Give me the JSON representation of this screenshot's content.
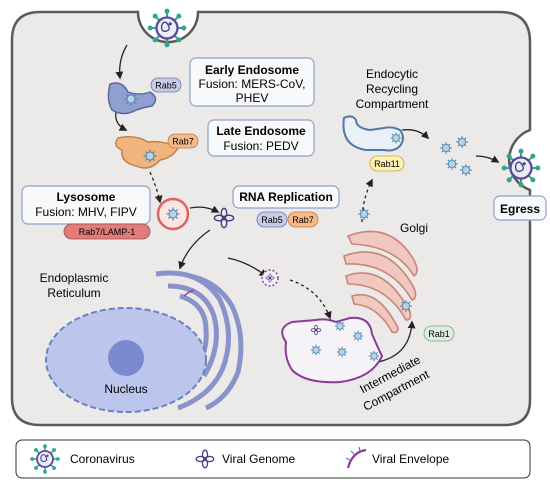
{
  "labels": {
    "early_endosome_title": "Early Endosome",
    "early_endosome_line1": "Fusion: MERS-CoV,",
    "early_endosome_line2": "PHEV",
    "late_endosome_title": "Late Endosome",
    "late_endosome_line1": "Fusion: PEDV",
    "lysosome_title": "Lysosome",
    "lysosome_line1": "Fusion: MHV, FIPV",
    "rna_replication": "RNA Replication",
    "rab5": "Rab5",
    "rab7": "Rab7",
    "rab7_lamp1": "Rab7/LAMP-1",
    "rab11": "Rab11",
    "rab1": "Rab1",
    "endocytic_line1": "Endocytic",
    "endocytic_line2": "Recycling",
    "endocytic_line3": "Compartment",
    "egress": "Egress",
    "golgi": "Golgi",
    "er_line1": "Endoplasmic",
    "er_line2": "Reticulum",
    "nucleus": "Nucleus",
    "intermediate_line1": "Intermediate",
    "intermediate_line2": "Compartment"
  },
  "legend": {
    "coronavirus": "Coronavirus",
    "viral_genome": "Viral Genome",
    "viral_envelope": "Viral Envelope"
  },
  "colors": {
    "cell_fill": "#ece9e9",
    "cell_stroke": "#5a5a5a",
    "early_endosome": "#8e9fd0",
    "late_endosome": "#f0b47e",
    "lysosome": "#e77f7f",
    "golgi": "#f0c8bf",
    "er": "#8a93c9",
    "nucleus": "#8f9ad8",
    "intermediate": "#8a3b96",
    "virus_spikes": "#34a58b",
    "virus_core": "#4b3c86",
    "tag_rab5": "#c7cbe6",
    "tag_rab7": "#f6b98a",
    "tag_lamp": "#e07d7b",
    "tag_rab11": "#fff1b3",
    "tag_rab1": "#dfeee4"
  }
}
